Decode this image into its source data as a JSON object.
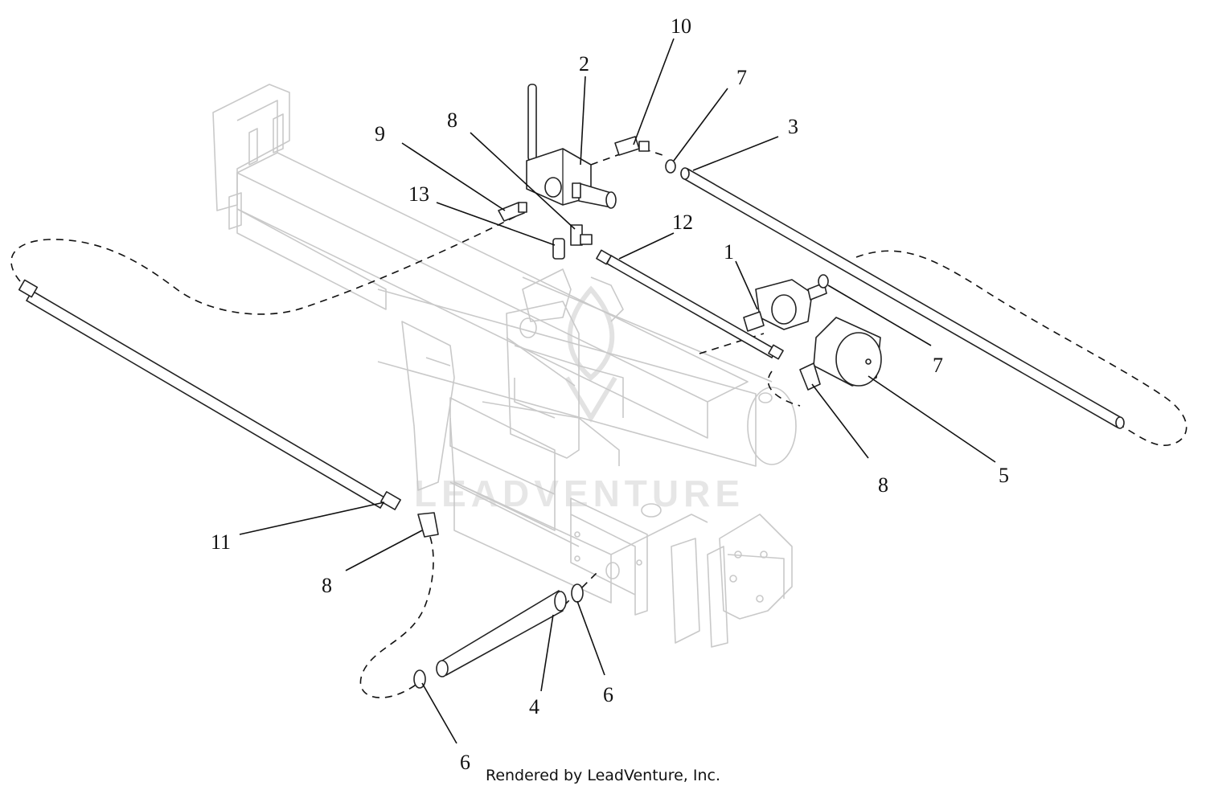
{
  "watermark": {
    "text": "LEADVENTURE"
  },
  "footer": {
    "text": "Rendered by LeadVenture, Inc."
  },
  "callouts": [
    {
      "id": "c10",
      "label": "10"
    },
    {
      "id": "c2",
      "label": "2"
    },
    {
      "id": "c7a",
      "label": "7"
    },
    {
      "id": "c3",
      "label": "3"
    },
    {
      "id": "c9",
      "label": "9"
    },
    {
      "id": "c8a",
      "label": "8"
    },
    {
      "id": "c13",
      "label": "13"
    },
    {
      "id": "c12",
      "label": "12"
    },
    {
      "id": "c1",
      "label": "1"
    },
    {
      "id": "c7b",
      "label": "7"
    },
    {
      "id": "c8b",
      "label": "8"
    },
    {
      "id": "c5",
      "label": "5"
    },
    {
      "id": "c11",
      "label": "11"
    },
    {
      "id": "c8c",
      "label": "8"
    },
    {
      "id": "c4",
      "label": "4"
    },
    {
      "id": "c6a",
      "label": "6"
    },
    {
      "id": "c6b",
      "label": "6"
    }
  ]
}
